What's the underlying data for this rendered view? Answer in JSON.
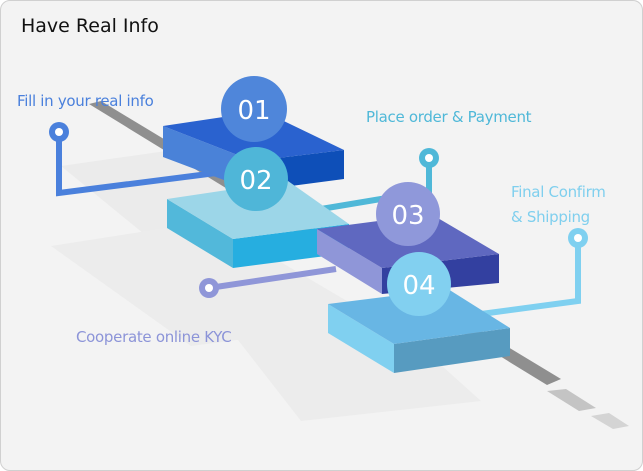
{
  "title": "Have Real Info",
  "steps": [
    {
      "number": "01",
      "label": "Fill in your real info",
      "color": "#2a62cf"
    },
    {
      "number": "02",
      "label": "Cooperate online KYC",
      "color": "#4fb8d8"
    },
    {
      "number": "03",
      "label": "Place order & Payment",
      "color": "#5f68c0"
    },
    {
      "number": "04",
      "label_line1": "Final Confirm",
      "label_line2": "& Shipping",
      "color": "#6cb8e6"
    }
  ]
}
